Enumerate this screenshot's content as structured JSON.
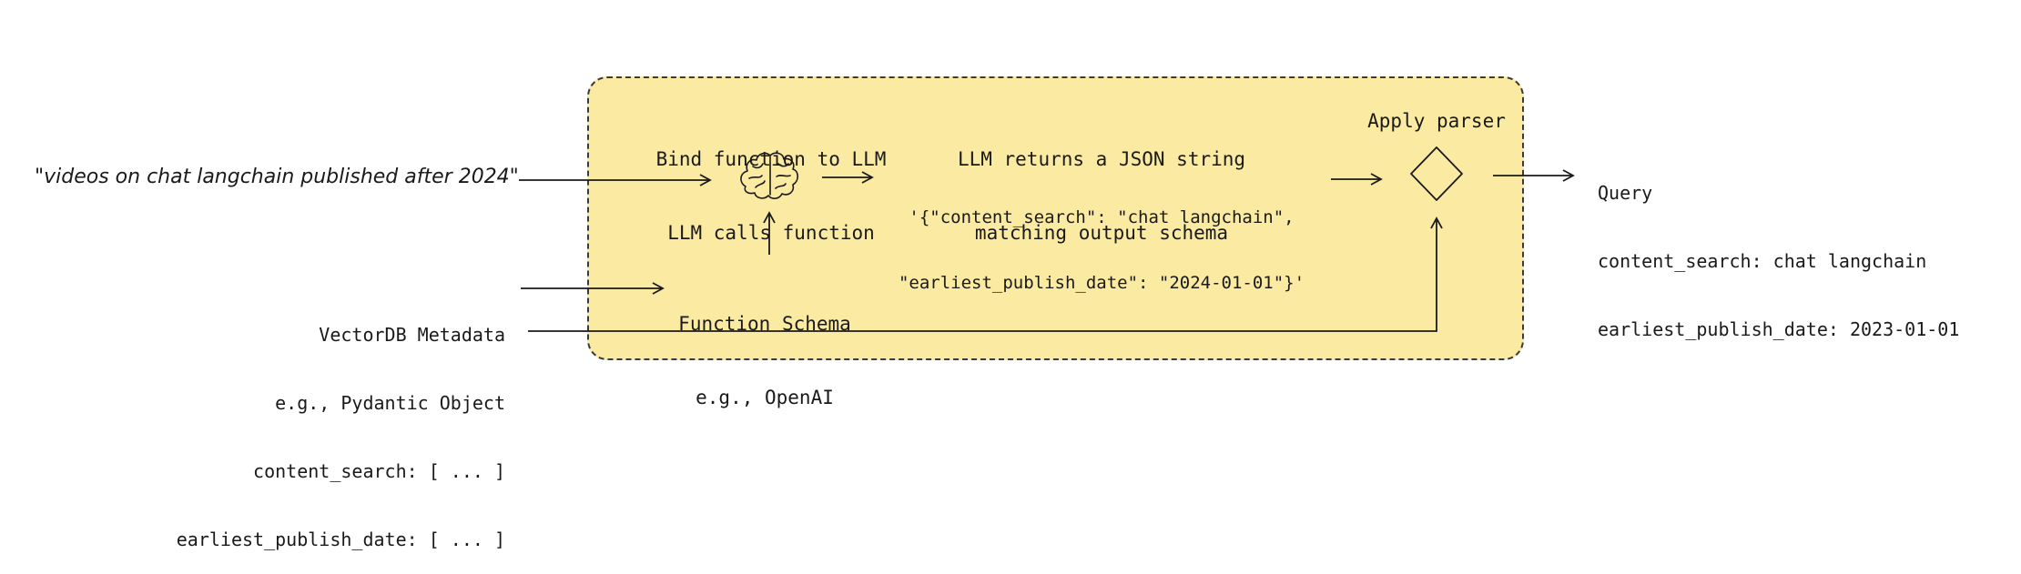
{
  "input_query": "\"videos on chat langchain published after 2024\"",
  "metadata": {
    "line1": "VectorDB Metadata",
    "line2": "e.g., Pydantic Object",
    "line3": "content_search: [ ... ]",
    "line4": "earliest_publish_date: [ ... ]"
  },
  "steps": {
    "bind": {
      "line1": "Bind function to LLM",
      "line2": "LLM calls function"
    },
    "returns": {
      "line1": "LLM returns a JSON string",
      "line2": "matching output schema"
    },
    "json_output": {
      "line1": "'{\"content_search\": \"chat langchain\",",
      "line2": "\"earliest_publish_date\": \"2024-01-01\"}'"
    },
    "schema": {
      "line1": "Function Schema",
      "line2": "e.g., OpenAI"
    },
    "parser": {
      "label": "Apply parser"
    }
  },
  "output": {
    "line1": "Query",
    "line2": "content_search: chat langchain",
    "line3": "earliest_publish_date: 2023-01-01"
  },
  "icons": {
    "llm": "brain-icon",
    "parser": "diamond-icon"
  },
  "colors": {
    "panel_fill": "#fbeaa2",
    "stroke": "#1a1a1a"
  }
}
